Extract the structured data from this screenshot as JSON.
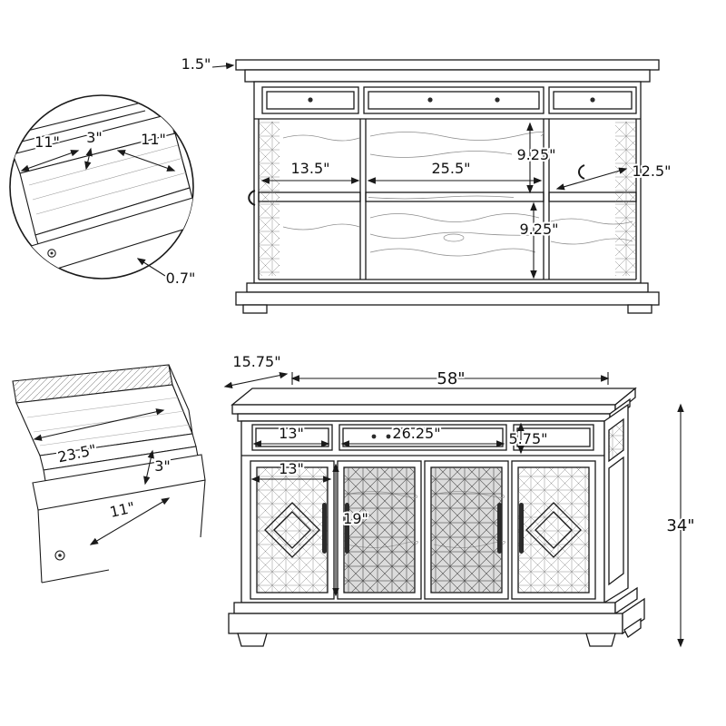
{
  "figure": {
    "background": "#ffffff",
    "ink": "#1a1a1a",
    "description": "Sideboard cabinet dimension diagram, two views with two drawer-detail insets"
  },
  "top_view": {
    "top_thickness": "1.5\"",
    "left_section_width": "13.5\"",
    "center_section_width": "25.5\"",
    "upper_compartment_height": "9.25\"",
    "lower_compartment_height": "9.25\"",
    "right_section_width": "12.5\""
  },
  "drawer_detail_circle": {
    "left_width": "11\"",
    "side_height": "3\"",
    "right_width": "11\"",
    "bottom_thickness": "0.7\""
  },
  "drawer_detail_open": {
    "inner_width": "23.5\"",
    "inner_height": "3\"",
    "inner_depth": "11\""
  },
  "front_view": {
    "depth": "15.75\"",
    "overall_width": "58\"",
    "left_drawer_width": "13\"",
    "center_drawer_width": "26.25\"",
    "drawer_height": "5.75\"",
    "door_width": "13\"",
    "door_height": "19\"",
    "overall_height": "34\""
  }
}
